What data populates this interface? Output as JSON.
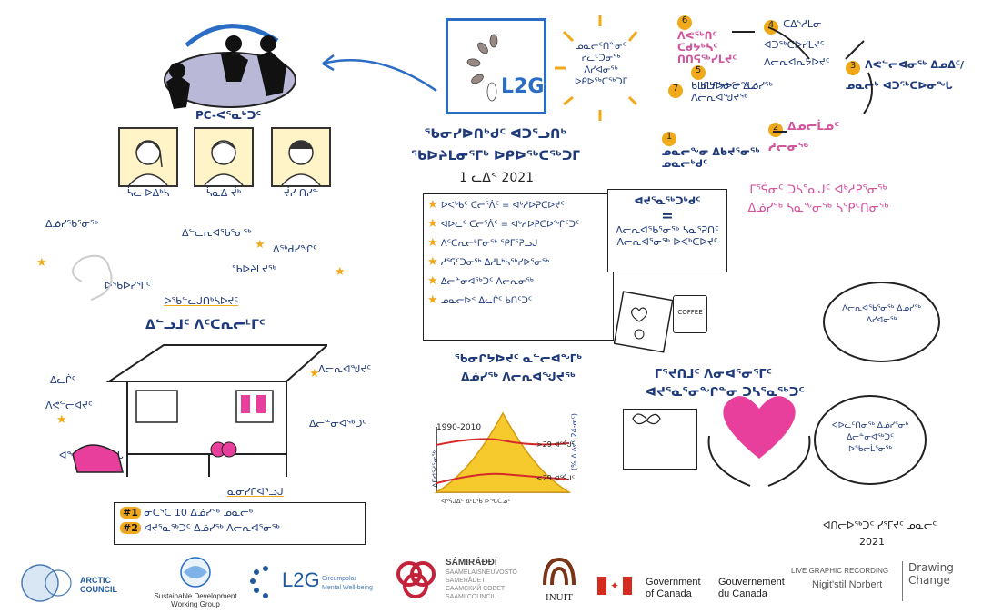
{
  "center": {
    "logo_label": "L2G",
    "title_line1": "ᖃᓂᓯᐅᑎᒃᑯᑦ ᐊᑐᕐᓗᑎᒃ",
    "title_line2": "ᖃᐅᔨᒪᓂᕐᒥᒃ ᐅᑭᐅᖅᑕᖅᑐᒥ",
    "date": "1 ᓚᐃᑉ 2021"
  },
  "org": {
    "name": "PC-ᐸᕐᓇᒃᑐᑦ"
  },
  "portraits": [
    {
      "caption": "ᓵᓚ ᐅᐃᒃᓴ"
    },
    {
      "caption": "ᓵᓇᐃ ᔫᒃ"
    },
    {
      "caption": "ᔫᓯ ᑎᓯᓐ"
    }
  ],
  "house_section": {
    "heading": "ᐃᓪᓗᒧᑦ ᐱᑦᑕᕆᓕᒻᒥᑦ",
    "sub_heading": "ᐅᖃᓪᓚᒍᑎᒃᓴᐅᔪᑦ",
    "annotations": [
      "ᐃᓅᓯᖃᕐᓂᖅ",
      "ᐃᓪᓚᕆᐊᖃᕐᓂᖅ",
      "ᐱᖅᑯᓯᖏᑦ",
      "ᐅᖃᐅᓯᕐᒥᑦ",
      "ᖃᐅᔨᒪᔪᖅ",
      "ᐱᓕᕆᐊᖑᔪᑦ",
      "ᐃᓚᒌᑦ",
      "ᐱᕙᓪᓕᐊᔪᑦ",
      "ᐃᓕᓐᓂᐊᖅᑐᑦ",
      "ᐊᖏᔪᖅ ᐊᓯᖓ",
      "ᓇᓂᓯᒋᐊᕐᓗᒍ"
    ]
  },
  "legend_box": {
    "rows": [
      "ᐅᐸᒃᑲᑦ ᑕᓕᕐᐲᑦ = ᐊᒃᓱᐅᕈᑕᐅᔪᑦ",
      "ᐊᐅᓚᑦ ᑕᓕᕐᐲᑦ = ᐊᒃᓱᐅᕈᑕᐅᖏᑦᑐᑦ",
      "ᐱᑦᑕᕆᓕᒻᒥᓂᖅ ᕿᒥᕐᕈᓗᒍ",
      "ᓱᕐᕋᑦᑐᓂᖅ ᐃᓱᒪᒃᓴᖅᓯᐅᕐᓂᖅ",
      "ᐃᓕᓐᓂᐊᖅᑐᑦ ᐱᓕᕆᓂᖅ",
      "ᓄᓇᓕᐅᑉ ᐃᓚᒌᑦ ᑲᑎᑦᑐᑦ"
    ]
  },
  "chart": {
    "title_line1": "ᖃᓂᒋᔭᐅᔪᑦ ᓇᓪᓕᐊᖕᒥᒃ",
    "title_line2": "ᐃᓅᓯᖅ ᐱᓕᕆᐊᖑᔪᖅ",
    "period_label": "1990-2010",
    "y_label": "ᐃᒥᐊᕐᓱᕐᓂᖅ",
    "right_label": "(% ᐃᓅᔪᑦ 24-ᓂᑦ)",
    "upper_label": ">29 ᐊᕐᕌᒍᑦ",
    "lower_label": "<29 ᐊᕐᕌᒍᑦ",
    "x_label": "ᐊᕐᕌᒍᐃᑦ ᐃᒻᒪᖄ ᐅᖓᑖᓄᑦ"
  },
  "numbered_steps": [
    {
      "num": "1",
      "text": "ᓄᓇᓕᖕᓂ ᐃᑲᔪᕐᓂᖅ ᓄᓇᓕᒃᑯᑦ"
    },
    {
      "num": "2",
      "text": "ᐃᓄᓕᒫᓄᑦ ᓱᓕᓂᖅ"
    },
    {
      "num": "3",
      "text": "ᐱᕙᓪᓕᐊᓂᖅ ᐃᓄᐃᑦ/ᓄᓇᓕᒃ ᐊᑐᖅᑕᐅᓂᖓ"
    },
    {
      "num": "4",
      "text": "ᑕᐃᔅᓱᒪᓂ ᐊᑐᖅᑕᐅᓯᒪᔪᑦ ᐱᓕᕆᐊᕆᔭᐅᔪᑦ"
    },
    {
      "num": "5",
      "text": "ᑲᒪᒋᔭᐅᓂᖅ ᐃᓅᓯᖅ ᐱᓕᕆᐊᖑᔪᖅ"
    },
    {
      "num": "6",
      "text": "ᐱᕙᖅᑎᑦ ᑕᑯᔭᒃᓴᑦ ᑎᑎᕋᖅᓯᒪᔪᑦ"
    },
    {
      "num": "7",
      "text": "ᑲᒪᒋᔭᐅᓂᖓ"
    }
  ],
  "quote": {
    "text": "ᓄᓇᓕᑦᑎᓐᓂᑦ ᓯᓚᑦᑐᓂᖅ ᐱᓯᐊᓂᖅ ᐅᑭᐅᖅᑕᖅᑐᒥ"
  },
  "wellbeing_box": {
    "line1": "ᐊᔪᕐᓇᖅᑐᒃᑯᑦ",
    "equals": "=",
    "line2": "ᐱᓕᕆᐊᖃᕐᓂᖅ ᓴᓇᕐᕈᑎᑦ",
    "line3": "ᐱᓕᕆᐊᕐᓂᖅ ᐅᐸᒃᑕᐅᔪᑦ"
  },
  "pink_text": "ᒥᕐᕌᓂᑦ ᑐᓴᕐᓇᒍᑦ ᐊᒃᓱᕈᕐᓂᖅ ᐃᓅᓯᖅ ᓴᓇᖕᓂᖅ ᓴᕿᑦᑎᓂᖅ",
  "bottom_middle_heading": {
    "line1": "ᒥᕐᔪᑎᒧᑦ ᐱᓂᐊᕐᓂᕐᒥᑦ",
    "line2": "ᐊᔪᕐᓇᕐᓂᖏᓐᓂ ᑐᓴᕐᓇᖅᑐᑦ"
  },
  "bubbles": [
    "ᐱᓕᕆᐊᖃᕐᓂᖅ ᐃᓅᓯᖅ ᐱᓯᐊᓂᖅ",
    "ᐊᐅᓚᑦᑎᓂᖅ ᐃᓅᓯᕐᓂᒃ ᐃᓕᓐᓂᐊᖅᑐᑦ ᐅᖃᓕᒫᕐᓂᖅ"
  ],
  "coffee_label": "COFFEE",
  "priorities": [
    {
      "num": "#1",
      "text": "ᓂᑕᕐᑕ 10 ᐃᓅᓯᖅ ᓄᓇᓕᒃ"
    },
    {
      "num": "#2",
      "text": "ᐊᔪᕐᓇᖅᑐᑦ ᐃᓅᓯᖅ ᐱᓕᕆᐊᕐᓂᖅ"
    }
  ],
  "signature": {
    "text": "ᐊᑎᓕᐅᖅᑐᑦ ᓯᕐᒥᔪᑦ ᓄᓇᓕᑦ",
    "year": "2021"
  },
  "logos": {
    "arctic_council": "ARCTIC COUNCIL",
    "sdwg_line1": "Sustainable Development",
    "sdwg_line2": "Working Group",
    "l2g": "L2G",
    "l2g_sub1": "Circumpolar",
    "l2g_sub2": "Mental Well-being",
    "sami_title": "SÁMIRÁÐÐI",
    "sami_sub1": "SAAMELAISNEUVOSTO",
    "sami_sub2": "SAMERÅDET",
    "sami_sub3": "СААМСКИЙ СОВЕТ",
    "sami_sub4": "SAAMI COUNCIL",
    "inuit": "INUIT",
    "gov_en1": "Government",
    "gov_en2": "of Canada",
    "gov_fr1": "Gouvernement",
    "gov_fr2": "du Canada",
    "recording1": "LIVE GRAPHIC RECORDING",
    "recording2": "Nigit'stil Norbert",
    "drawing1": "Drawing",
    "drawing2": "Change"
  },
  "colors": {
    "ink_blue": "#1f3a7a",
    "pink": "#d0559d",
    "accent_orange": "#f0a91a",
    "heart": "#e83f9c",
    "mountain": "#f6c92d"
  }
}
